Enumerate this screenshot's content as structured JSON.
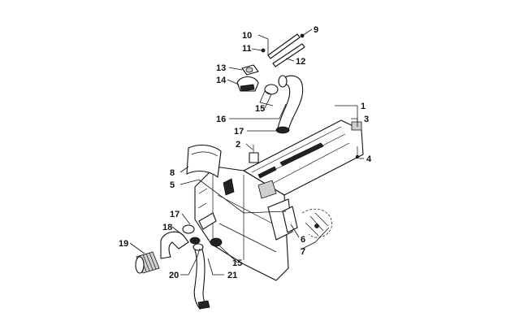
{
  "callouts": [
    {
      "id": "c1",
      "label": "1"
    },
    {
      "id": "c2",
      "label": "2"
    },
    {
      "id": "c3",
      "label": "3"
    },
    {
      "id": "c4",
      "label": "4"
    },
    {
      "id": "c5",
      "label": "5"
    },
    {
      "id": "c6",
      "label": "6"
    },
    {
      "id": "c7",
      "label": "7"
    },
    {
      "id": "c8",
      "label": "8"
    },
    {
      "id": "c9",
      "label": "9"
    },
    {
      "id": "c10",
      "label": "10"
    },
    {
      "id": "c11",
      "label": "11"
    },
    {
      "id": "c12",
      "label": "12"
    },
    {
      "id": "c13",
      "label": "13"
    },
    {
      "id": "c14",
      "label": "14"
    },
    {
      "id": "c15a",
      "label": "15"
    },
    {
      "id": "c15b",
      "label": "15"
    },
    {
      "id": "c16",
      "label": "16"
    },
    {
      "id": "c17a",
      "label": "17"
    },
    {
      "id": "c17b",
      "label": "17"
    },
    {
      "id": "c18",
      "label": "18"
    },
    {
      "id": "c19",
      "label": "19"
    },
    {
      "id": "c20",
      "label": "20"
    },
    {
      "id": "c21",
      "label": "21"
    }
  ]
}
